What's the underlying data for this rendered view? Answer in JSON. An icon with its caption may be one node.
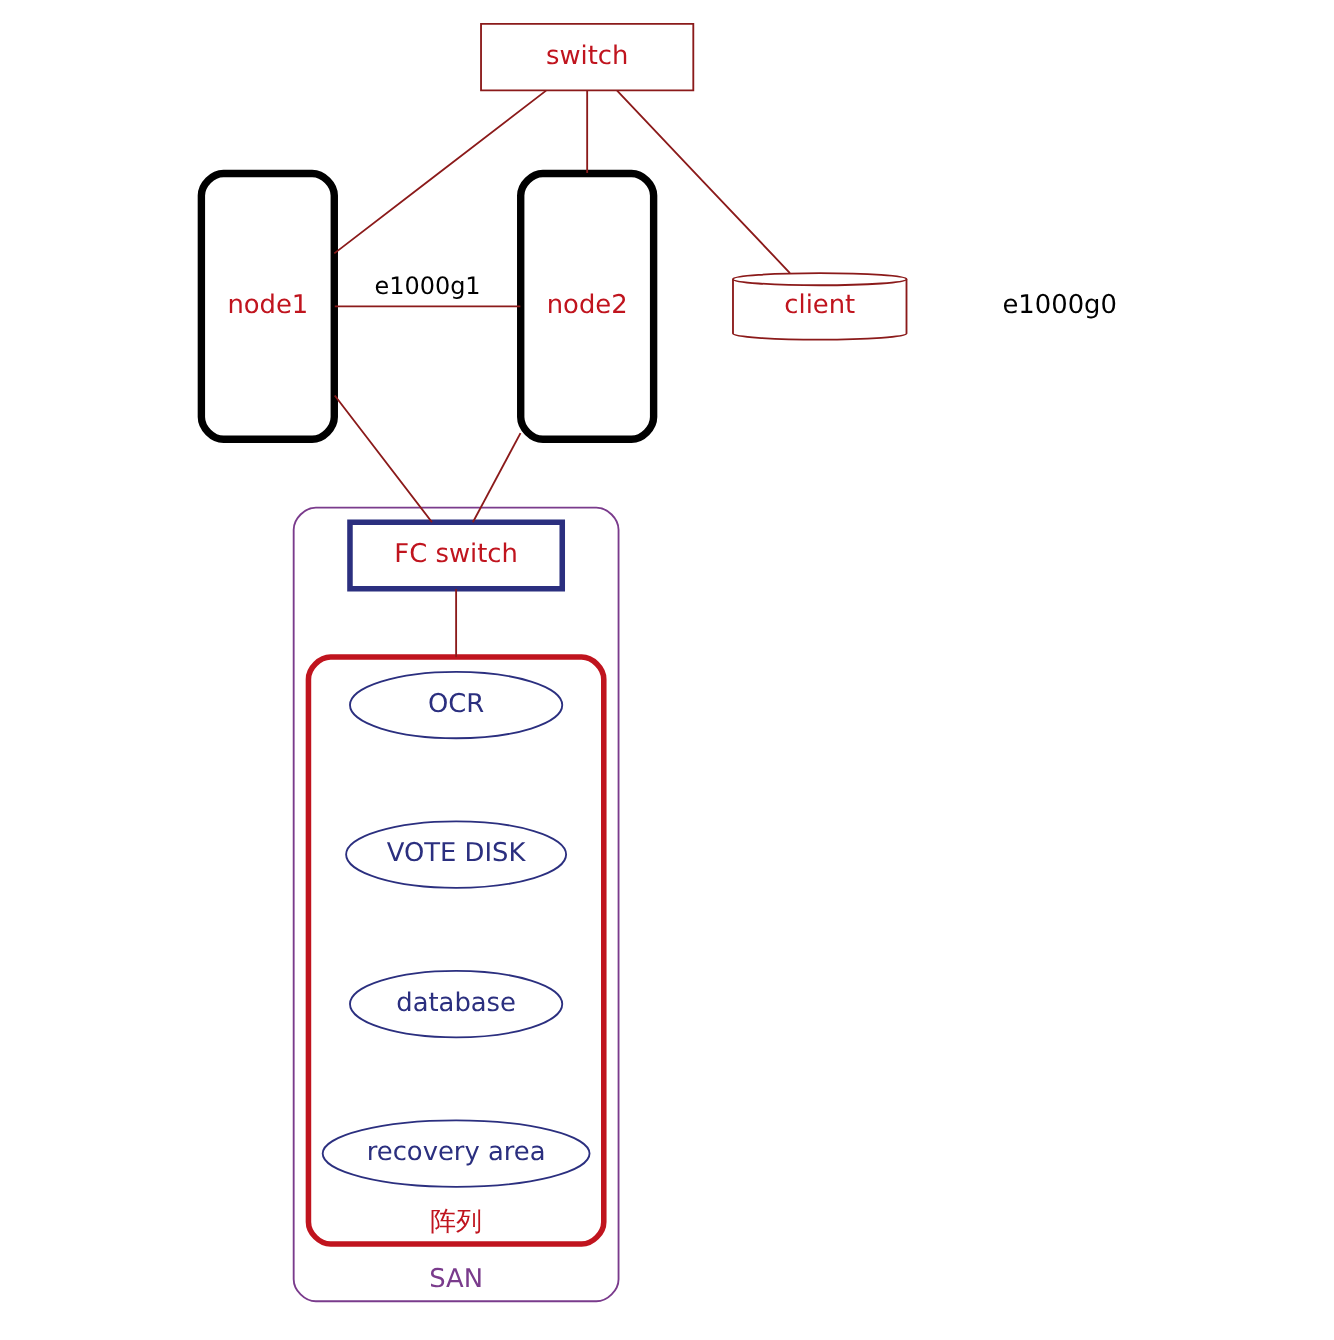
{
  "diagram": {
    "nodes": [
      {
        "text": [
          "switch"
        ]
      },
      {
        "text": [
          "node1"
        ]
      },
      {
        "text": [
          "node2"
        ]
      },
      {
        "text": [
          "client"
        ]
      },
      {
        "text": [
          "SAN"
        ]
      },
      {
        "text": [
          "FC switch"
        ],
        "in": 4
      },
      {
        "text": [
          "阵列"
        ],
        "in": 4
      },
      {
        "text": [
          "OCR"
        ],
        "in": 6
      },
      {
        "text": [
          "VOTE DISK"
        ],
        "in": 6
      },
      {
        "text": [
          "database"
        ],
        "in": 6
      },
      {
        "text": [
          "recovery area"
        ],
        "in": 6
      }
    ],
    "edges": [
      {
        "from": 0,
        "to": 1,
        "arrow": "none"
      },
      {
        "from": 0,
        "to": 2,
        "arrow": "none"
      },
      {
        "from": 0,
        "to": 3,
        "arrow": "none"
      },
      {
        "from": 1,
        "to": 2,
        "label": "e1000g1",
        "arrow": "none"
      },
      {
        "from": 1,
        "to": 5,
        "arrow": "none"
      },
      {
        "from": 2,
        "to": 5,
        "arrow": "none"
      },
      {
        "from": 5,
        "to": 6,
        "arrow": "none"
      }
    ],
    "labels": [
      "e1000g0"
    ]
  }
}
